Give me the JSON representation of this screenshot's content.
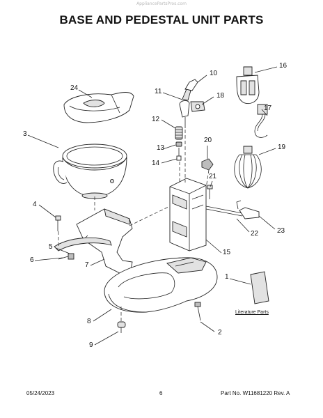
{
  "watermark": "AppliancePartsPros.com",
  "title": "BASE AND PEDESTAL UNIT PARTS",
  "callouts": {
    "c1": "1",
    "c2": "2",
    "c3": "3",
    "c4": "4",
    "c5": "5",
    "c6": "6",
    "c7": "7",
    "c8": "8",
    "c9": "9",
    "c10": "10",
    "c11": "11",
    "c12": "12",
    "c13": "13",
    "c14": "14",
    "c15": "15",
    "c16": "16",
    "c17": "17",
    "c18": "18",
    "c19": "19",
    "c20": "20",
    "c21": "21",
    "c22": "22",
    "c23": "23",
    "c24": "24"
  },
  "literature_label": "Literature Parts",
  "footer": {
    "date": "05/24/2023",
    "page": "6",
    "part_number": "Part No. W11681220  Rev. A"
  }
}
